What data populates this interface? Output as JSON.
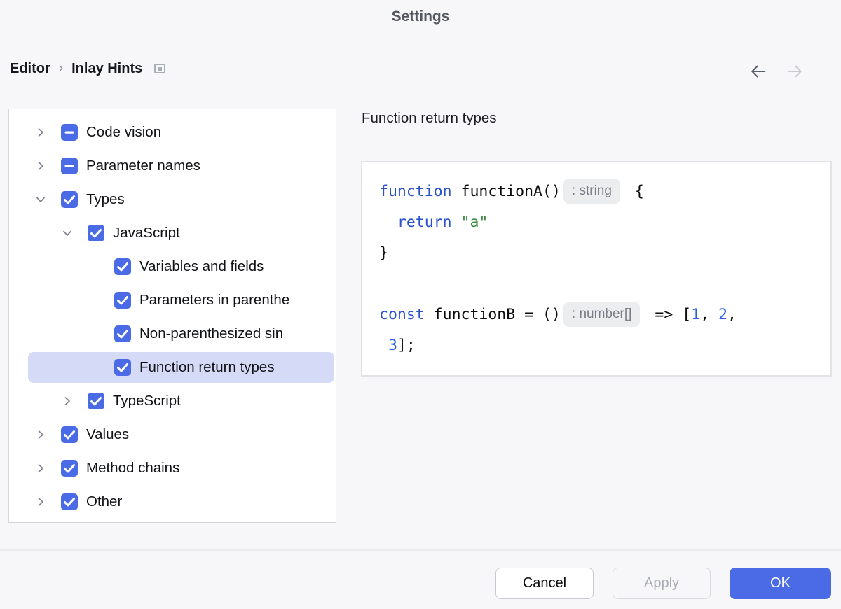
{
  "window": {
    "title": "Settings"
  },
  "breadcrumb": {
    "items": [
      "Editor",
      "Inlay Hints"
    ],
    "separator": "›"
  },
  "toolbar": {
    "back_enabled": true,
    "forward_enabled": false
  },
  "tree": {
    "items": [
      {
        "label": "Code vision",
        "level": 0,
        "chevron": "collapsed",
        "checkbox": "indeterminate",
        "selected": false
      },
      {
        "label": "Parameter names",
        "level": 0,
        "chevron": "collapsed",
        "checkbox": "indeterminate",
        "selected": false
      },
      {
        "label": "Types",
        "level": 0,
        "chevron": "expanded",
        "checkbox": "checked",
        "selected": false
      },
      {
        "label": "JavaScript",
        "level": 1,
        "chevron": "expanded",
        "checkbox": "checked",
        "selected": false
      },
      {
        "label": "Variables and fields",
        "level": 2,
        "chevron": null,
        "checkbox": "checked",
        "selected": false
      },
      {
        "label": "Parameters in parenthe",
        "level": 2,
        "chevron": null,
        "checkbox": "checked",
        "selected": false
      },
      {
        "label": "Non-parenthesized sin",
        "level": 2,
        "chevron": null,
        "checkbox": "checked",
        "selected": false
      },
      {
        "label": "Function return types",
        "level": 2,
        "chevron": null,
        "checkbox": "checked",
        "selected": true
      },
      {
        "label": "TypeScript",
        "level": 1,
        "chevron": "collapsed",
        "checkbox": "checked",
        "selected": false
      },
      {
        "label": "Values",
        "level": 0,
        "chevron": "collapsed",
        "checkbox": "checked",
        "selected": false
      },
      {
        "label": "Method chains",
        "level": 0,
        "chevron": "collapsed",
        "checkbox": "checked",
        "selected": false
      },
      {
        "label": "Other",
        "level": 0,
        "chevron": "collapsed",
        "checkbox": "checked",
        "selected": false
      }
    ]
  },
  "preview": {
    "heading": "Function return types",
    "code": {
      "lines": [
        [
          {
            "text": "function",
            "type": "keyword"
          },
          {
            "text": " functionA()",
            "type": "plain"
          },
          {
            "text": ": string",
            "type": "hint"
          },
          {
            "text": " {",
            "type": "plain"
          }
        ],
        [
          {
            "text": "  ",
            "type": "plain"
          },
          {
            "text": "return",
            "type": "keyword"
          },
          {
            "text": " ",
            "type": "plain"
          },
          {
            "text": "\"a\"",
            "type": "string"
          }
        ],
        [
          {
            "text": "}",
            "type": "plain"
          }
        ],
        [],
        [
          {
            "text": "const",
            "type": "keyword"
          },
          {
            "text": " functionB = ()",
            "type": "plain"
          },
          {
            "text": ": number[]",
            "type": "hint"
          },
          {
            "text": " => [",
            "type": "plain"
          },
          {
            "text": "1",
            "type": "number"
          },
          {
            "text": ", ",
            "type": "plain"
          },
          {
            "text": "2",
            "type": "number"
          },
          {
            "text": ",",
            "type": "plain"
          }
        ],
        [
          {
            "text": " ",
            "type": "plain"
          },
          {
            "text": "3",
            "type": "number"
          },
          {
            "text": "];",
            "type": "plain"
          }
        ]
      ]
    }
  },
  "footer": {
    "cancel_label": "Cancel",
    "apply_label": "Apply",
    "ok_label": "OK",
    "apply_disabled": true
  },
  "colors": {
    "accent": "#4A6BE5",
    "selection-bg": "#D5DBF7",
    "keyword": "#2B52CE",
    "string": "#3D8A41",
    "number": "#2A5FE5",
    "hint-bg": "#ECEDEF",
    "hint-text": "#797D84"
  }
}
